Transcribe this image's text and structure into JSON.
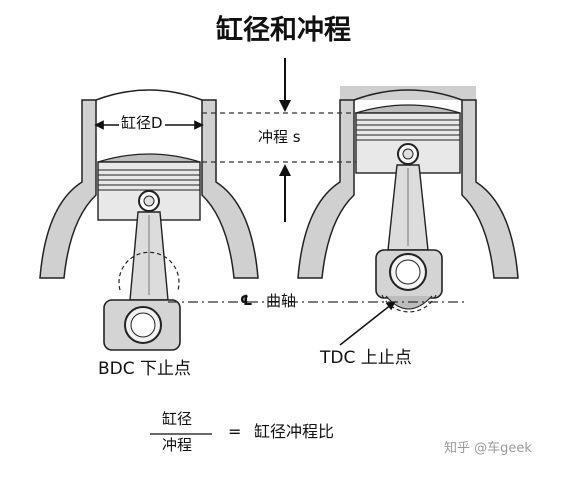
{
  "title": "缸径和冲程",
  "labels": {
    "bore": "缸径D",
    "stroke": "冲程 s",
    "centerline_symbol": "℄",
    "crankshaft": "曲轴",
    "bdc": "BDC 下止点",
    "tdc": "TDC 上止点"
  },
  "formula": {
    "numerator": "缸径",
    "denominator": "冲程",
    "equals": "=",
    "result": "缸径冲程比"
  },
  "watermark": "知乎 @车geek",
  "colors": {
    "cylinder": "#cfcfcf",
    "metal": "#e6e6e6",
    "line": "#222222",
    "text": "#111111"
  }
}
